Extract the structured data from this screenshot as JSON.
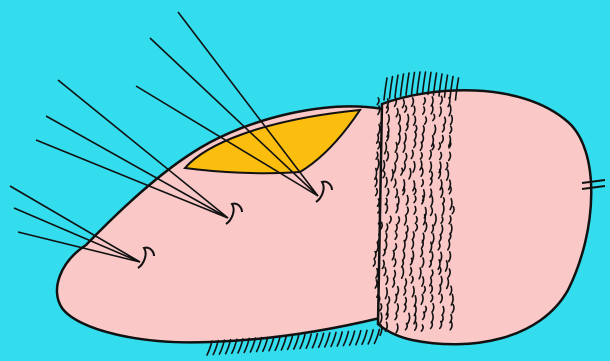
{
  "colors": {
    "background": "#33ddee",
    "body_fill": "#fbc8c8",
    "highlight_patch": "#fbbd0e",
    "outline": "#111111"
  },
  "illustration": {
    "spine_clusters": [
      {
        "spines": 3
      },
      {
        "spines": 3
      },
      {
        "spines": 3
      }
    ]
  }
}
